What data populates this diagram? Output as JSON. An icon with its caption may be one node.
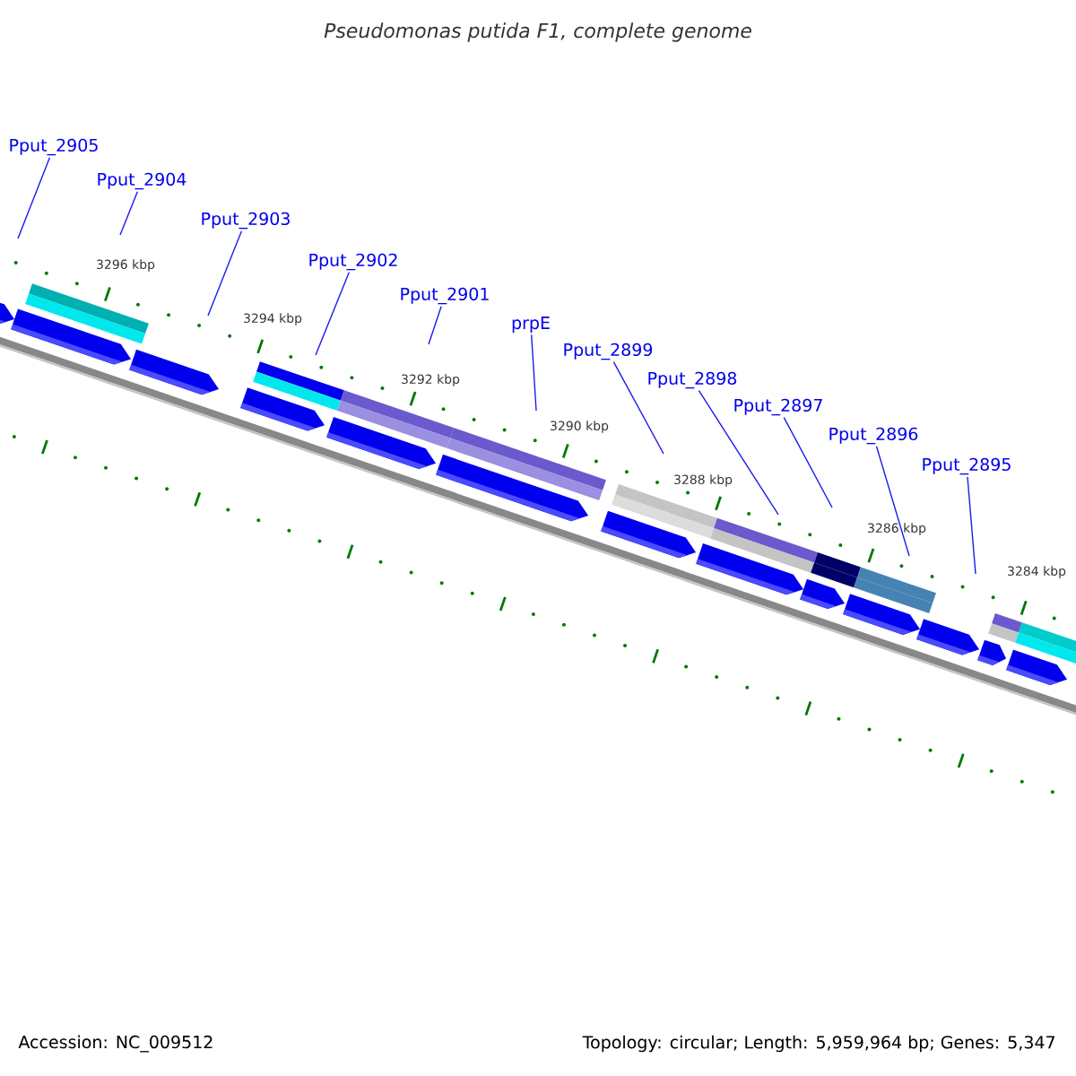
{
  "diagram": {
    "title": "Pseudomonas putida F1, complete genome",
    "nodes": [
      {
        "text": [
          "Pput_2905"
        ]
      },
      {
        "text": [
          "Pput_2904"
        ]
      },
      {
        "text": [
          "Pput_2903"
        ]
      },
      {
        "text": [
          "Pput_2902"
        ]
      },
      {
        "text": [
          "Pput_2901"
        ]
      },
      {
        "text": [
          "prpE"
        ]
      },
      {
        "text": [
          "Pput_2899"
        ]
      },
      {
        "text": [
          "Pput_2898"
        ]
      },
      {
        "text": [
          "Pput_2897"
        ]
      },
      {
        "text": [
          "Pput_2896"
        ]
      },
      {
        "text": [
          "Pput_2895"
        ]
      }
    ],
    "edges": [
      {
        "from": 0,
        "to": null,
        "arrow": "none"
      },
      {
        "from": 1,
        "to": null,
        "arrow": "none"
      },
      {
        "from": 2,
        "to": null,
        "arrow": "none"
      },
      {
        "from": 3,
        "to": null,
        "arrow": "none"
      },
      {
        "from": 4,
        "to": null,
        "arrow": "none"
      },
      {
        "from": 5,
        "to": null,
        "arrow": "none"
      },
      {
        "from": 6,
        "to": null,
        "arrow": "none"
      },
      {
        "from": 7,
        "to": null,
        "arrow": "none"
      },
      {
        "from": 8,
        "to": null,
        "arrow": "none"
      },
      {
        "from": 9,
        "to": null,
        "arrow": "none"
      },
      {
        "from": 10,
        "to": null,
        "arrow": "none"
      }
    ],
    "labels": [
      "3296 kbp",
      "3294 kbp",
      "3292 kbp",
      "3290 kbp",
      "3288 kbp",
      "3286 kbp",
      "3284 kbp",
      "Accession: NC_009512",
      "Topology: circular; Length: 5,959,964 bp; Genes: 5,347"
    ]
  }
}
